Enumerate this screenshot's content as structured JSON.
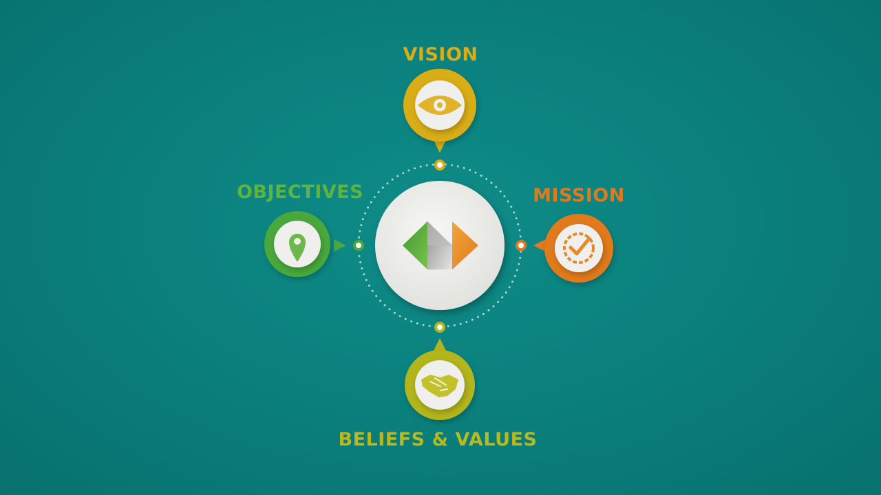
{
  "nodes": {
    "vision": {
      "label": "VISION",
      "color": "#d9ad17",
      "icon": "eye-icon"
    },
    "objectives": {
      "label": "OBJECTIVES",
      "color": "#4aa83b",
      "icon": "map-pin-icon"
    },
    "mission": {
      "label": "MISSION",
      "color": "#e07a1f",
      "icon": "checkmark-badge-icon"
    },
    "beliefs": {
      "label": "BELIEFS & VALUES",
      "color": "#b3b51e",
      "icon": "handshake-icon"
    }
  },
  "colors": {
    "background": "#0b827f",
    "center_disc": "#eeeeee",
    "dotted_ring": "#a8d4d0"
  },
  "center": {
    "icon": "logo-mark-icon"
  }
}
